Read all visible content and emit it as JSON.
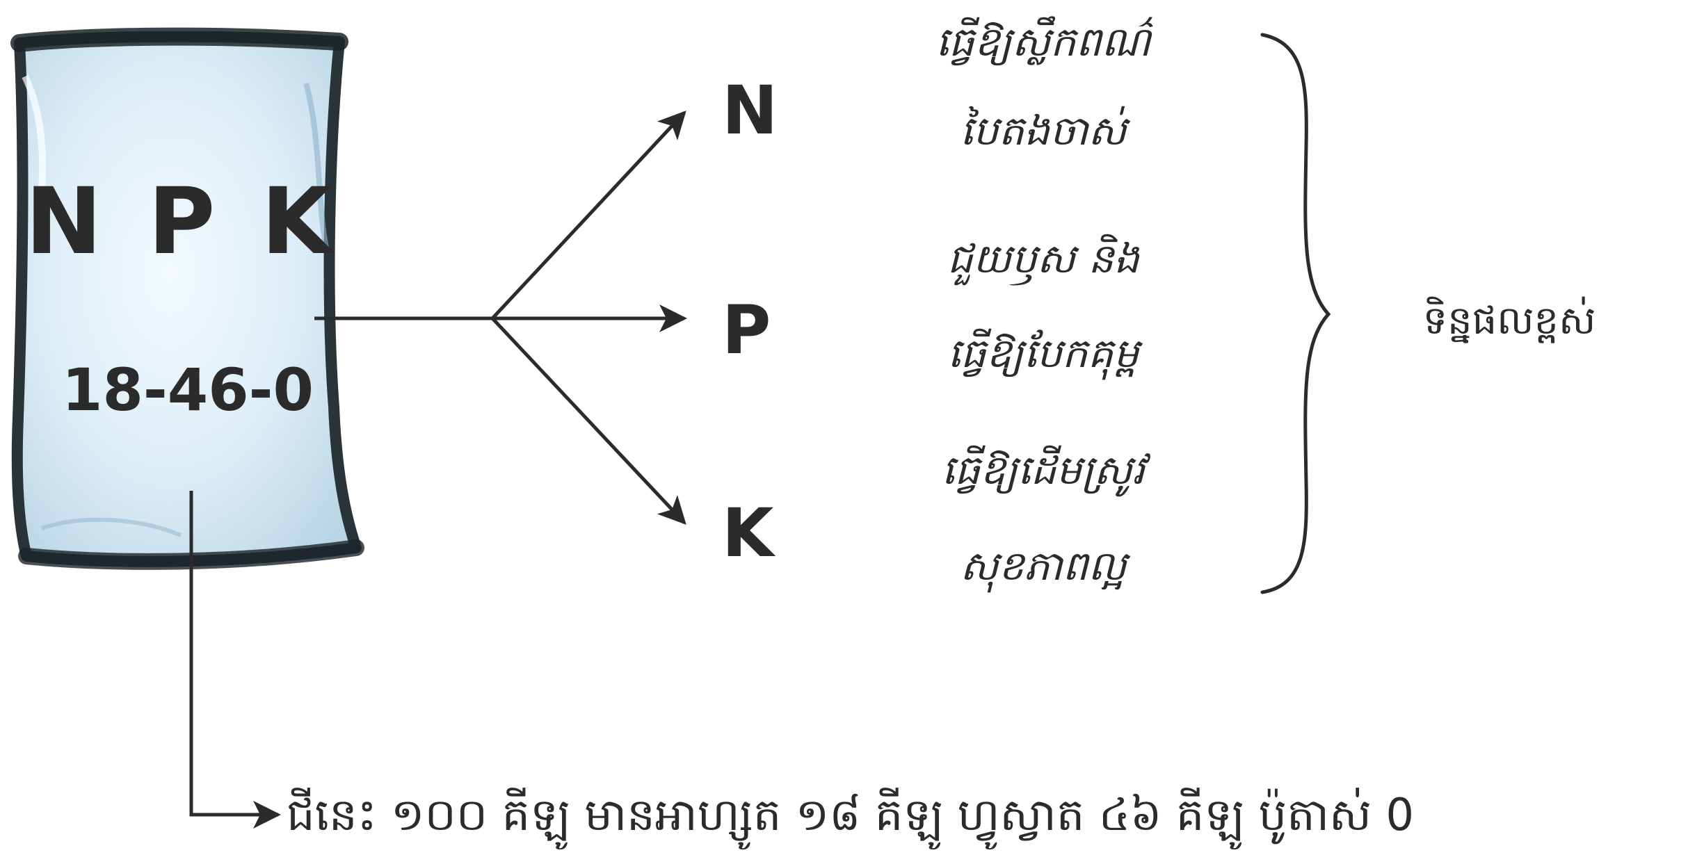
{
  "bag": {
    "title": "N P K",
    "ratio": "18-46-0"
  },
  "nutrients": [
    {
      "symbol": "N",
      "effect_line1": "ធ្វើឱ្យស្លឹកពណ៌",
      "effect_line2": "បៃតងចាស់"
    },
    {
      "symbol": "P",
      "effect_line1": "ជួយឫស និង",
      "effect_line2": "ធ្វើឱ្យបែកគុម្ព"
    },
    {
      "symbol": "K",
      "effect_line1": "ធ្វើឱ្យដើមស្រូវ",
      "effect_line2": "សុខភាពល្អ"
    }
  ],
  "result": "ទិន្នផលខ្ពស់",
  "note": "ជីនេះ ១០០ គីឡូ មានអាហ្សូត ១៨ គីឡូ ហ្វូស្វាត ៤៦ គីឡូ ប៉ូតាស់ 0",
  "colors": {
    "ink": "#2b2b2b",
    "bag_fill": "#dcedf7",
    "bag_edge": "#2a3438"
  }
}
